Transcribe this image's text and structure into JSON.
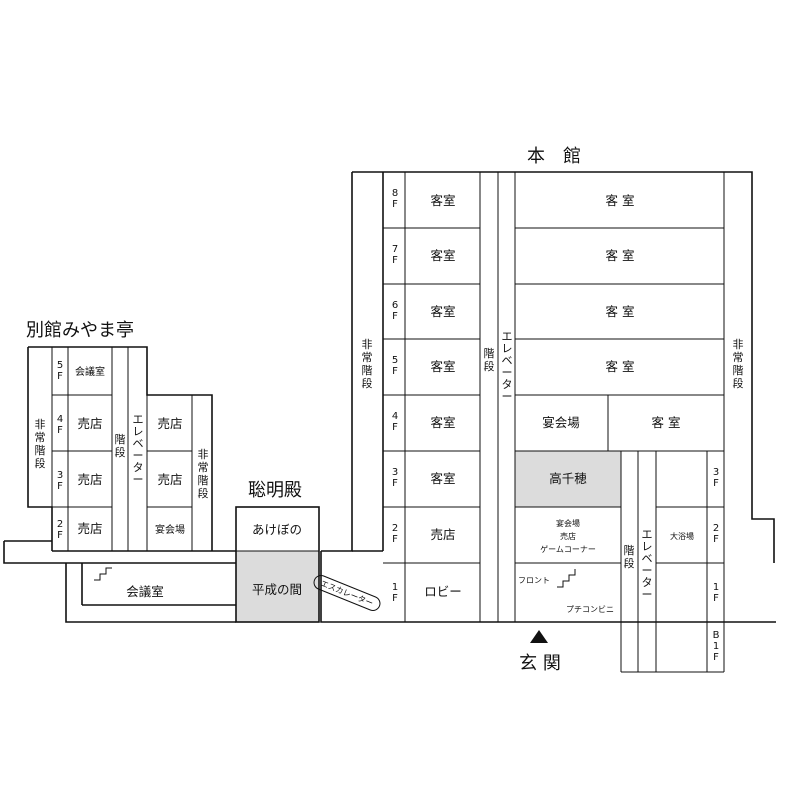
{
  "buildings": {
    "main": "本　館",
    "annex": "別館みやま亭",
    "hall": "聡明殿",
    "entrance": "玄 関"
  },
  "floors": {
    "f8": "8F",
    "f7": "7F",
    "f6": "6F",
    "f5": "5F",
    "f4": "4F",
    "f3": "3F",
    "f2": "2F",
    "f1": "1F",
    "b1": "B1F"
  },
  "rooms": {
    "guest": "客室",
    "guest_wide": "客 室",
    "banquet": "宴会場",
    "shop": "売店",
    "lobby": "ロビー",
    "takachiho": "高千穂",
    "meeting": "会議室",
    "akebono": "あけぼの",
    "heisei": "平成の間",
    "bath": "大浴場",
    "front": "フロント",
    "petit": "プチコンビニ",
    "combo": [
      "宴会場",
      "売店",
      "ゲームコーナー"
    ]
  },
  "labels": {
    "emergency": "非常階段",
    "stairs": "階段",
    "elevator": "エレベーター",
    "escalator": "エスカレーター"
  },
  "colors": {
    "line": "#111111",
    "highlight": "#dcdcdc"
  }
}
